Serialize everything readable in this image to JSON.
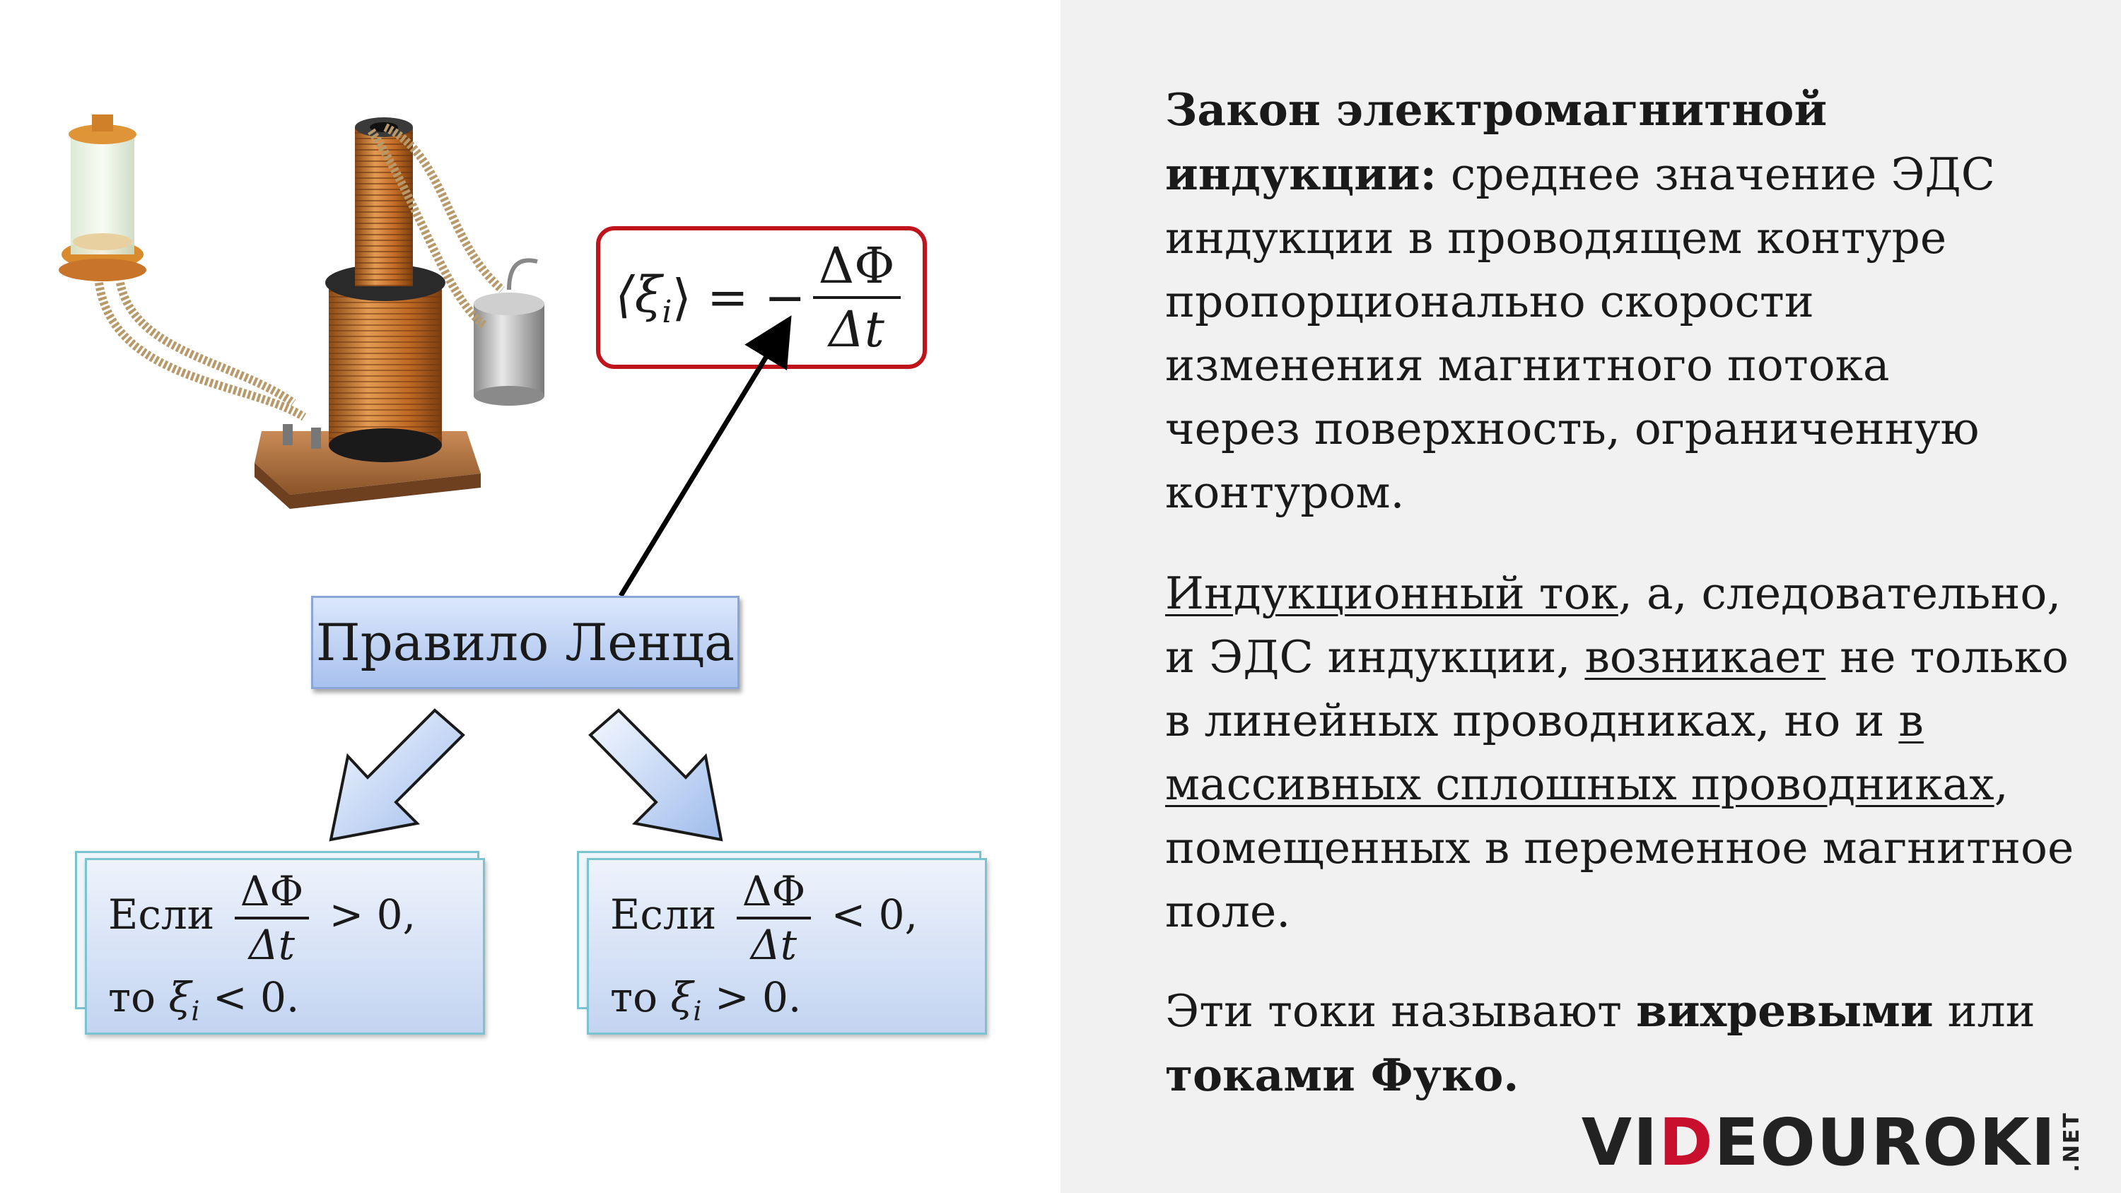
{
  "formula": {
    "lhs": "⟨ξ",
    "lhs_sub": "i",
    "lhs_close": "⟩ = −",
    "numerator": "ΔΦ",
    "denominator": "Δt"
  },
  "rule_label": "Правило Ленца",
  "conditions": [
    {
      "word": "Если",
      "numerator": "ΔΦ",
      "denominator": "Δt",
      "sign": "> 0,",
      "then_word": "то",
      "xi": "ξ",
      "xi_sub": "i",
      "result": "< 0."
    },
    {
      "word": "Если",
      "numerator": "ΔΦ",
      "denominator": "Δt",
      "sign": "< 0,",
      "then_word": "то",
      "xi": "ξ",
      "xi_sub": "i",
      "result": "> 0."
    }
  ],
  "text": {
    "p1_bold": "Закон электромагнитной индукции:",
    "p1_rest": " среднее значение ЭДС индукции в проводящем контуре пропорционально скорости изменения магнитного потока через поверхность, ограниченную контуром.",
    "p2_u1": "Индукционный ток",
    "p2_t1": ", а, следовательно, и ЭДС индукции, ",
    "p2_u2": "возникает",
    "p2_t2": " не только в линейных проводниках, но и ",
    "p2_u3": "в массивных сплошных проводниках",
    "p2_t3": ", помещенных в переменное магнитное поле.",
    "p3_t1": "Эти токи называют ",
    "p3_b1": "вихревыми",
    "p3_t2": " или ",
    "p3_b2": "токами Фуко."
  },
  "logo": {
    "left": "VI",
    "d": "D",
    "right": "EOUROKI",
    "net": ".NET"
  },
  "colors": {
    "accent_red": "#c8102e",
    "formula_border": "#c0141c",
    "right_bg": "#f1f1f1",
    "copper": "#c8742a"
  }
}
